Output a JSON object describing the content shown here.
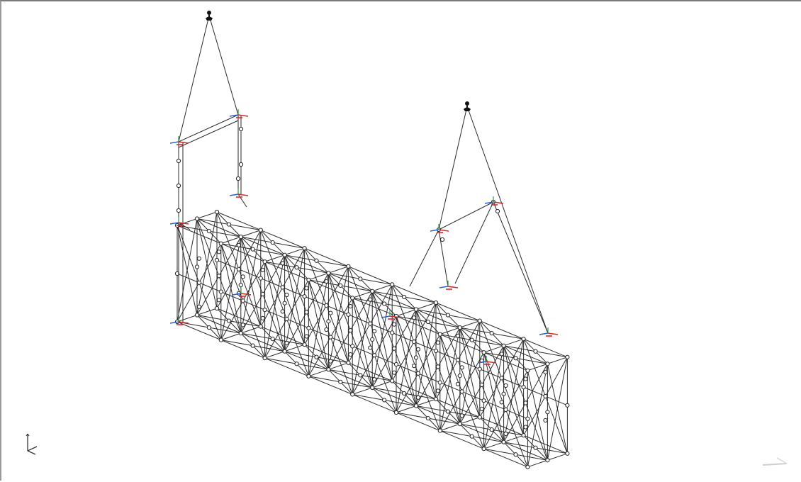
{
  "viewport": {
    "background": "#ffffff",
    "line_color": "#2a2a2a",
    "node_color": "#222222",
    "marker_colors": {
      "x": "#d42a2a",
      "y": "#2e62c9",
      "z": "#2a9a3a"
    }
  },
  "structure": {
    "type": "lifting-frame",
    "lifting_points": 2,
    "slings_per_point": 2,
    "icons": [
      "crane-hook-icon",
      "support-marker-icon",
      "node-icon"
    ]
  },
  "triad": {
    "icon": "axis-triad-icon"
  }
}
